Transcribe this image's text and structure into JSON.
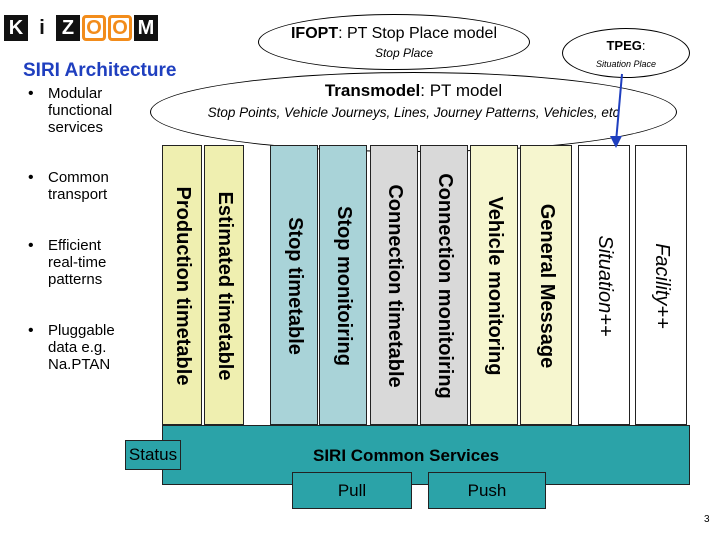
{
  "logo": {
    "letters": [
      "K",
      "i",
      "Z",
      "O",
      "O",
      "M"
    ]
  },
  "ifopt": {
    "title_bold": "IFOPT",
    "title_rest": ": PT Stop Place model",
    "subtitle": "Stop Place"
  },
  "tpeg": {
    "title": "TPEG",
    "colon": ":",
    "subtitle": "Situation Place"
  },
  "architecture_title": "SIRI Architecture",
  "transmodel": {
    "title_bold": "Transmodel",
    "title_rest": ": PT model",
    "subtitle": "Stop Points, Vehicle Journeys, Lines, Journey Patterns, Vehicles, etc"
  },
  "bullets": [
    "Modular functional services",
    "Common transport",
    "Efficient real-time patterns",
    "Pluggable data e.g. Na.PTAN"
  ],
  "columns": [
    {
      "label": "Production timetable",
      "color": "#efefb0"
    },
    {
      "label": "Estimated timetable",
      "color": "#efefb0"
    },
    {
      "label": "Stop timetable",
      "color": "#a9d3d8"
    },
    {
      "label": "Stop monitoiring",
      "color": "#a9d3d8"
    },
    {
      "label": "Connection timetable",
      "color": "#d9d9d9"
    },
    {
      "label": "Connection monitoiring",
      "color": "#d9d9d9"
    },
    {
      "label": "Vehicle monitoring",
      "color": "#f6f6cf"
    },
    {
      "label": "General Message",
      "color": "#f6f6cf"
    },
    {
      "label": "Situation++",
      "color": "#ffffff"
    },
    {
      "label": "Facility++",
      "color": "#ffffff"
    }
  ],
  "services": {
    "label": "SIRI Common Services",
    "status": "Status",
    "pull": "Pull",
    "push": "Push"
  },
  "page_number": "3"
}
